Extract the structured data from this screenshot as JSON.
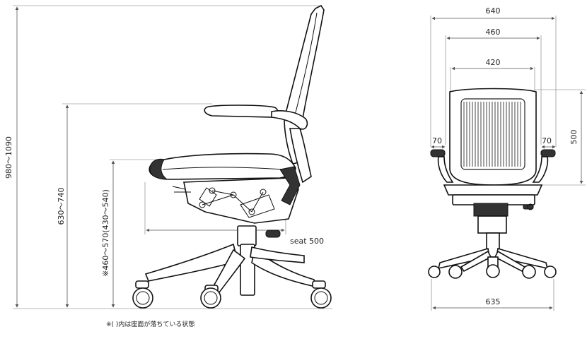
{
  "side_view": {
    "overall_height": "980～1090",
    "armrest_height": "630～740",
    "seat_height": "※460～570(430～540)",
    "seat_depth": "seat 500"
  },
  "front_view": {
    "base_width_top": "640",
    "arm_outer_width": "460",
    "back_width": "420",
    "back_height": "500",
    "armrest_width_left": "70",
    "armrest_width_right": "70",
    "base_width_bottom": "635"
  },
  "footnote": "※( )内は座面が落ちている状態"
}
